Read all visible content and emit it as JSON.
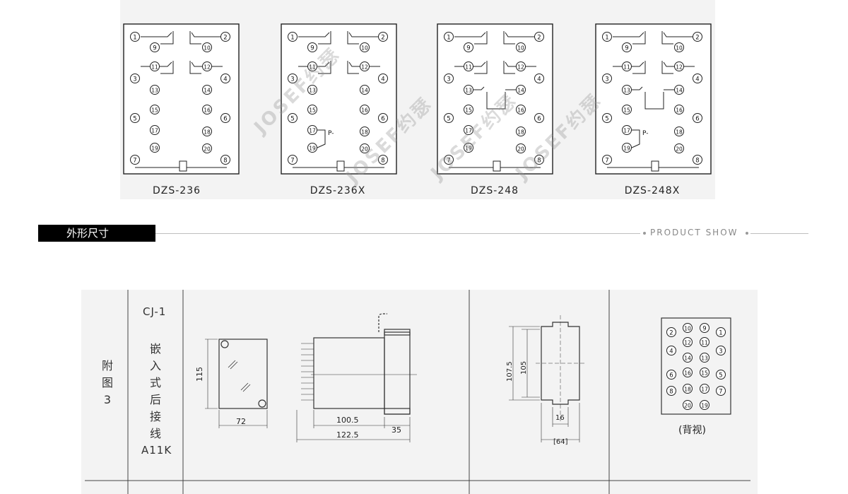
{
  "diagrams": [
    {
      "caption": "DZS-236"
    },
    {
      "caption": "DZS-236X"
    },
    {
      "caption": "DZS-248"
    },
    {
      "caption": "DZS-248X"
    }
  ],
  "watermark": "JOSEF约瑟",
  "contact_marker": "P-",
  "section": {
    "title": "外形尺寸",
    "english": "PRODUCT SHOW"
  },
  "dimension_table": {
    "figure_label": [
      "附",
      "图",
      "3"
    ],
    "model": "CJ-1",
    "mount_type": [
      "嵌",
      "入",
      "式",
      "后",
      "接",
      "线"
    ],
    "socket": "A11K",
    "front_view": {
      "height": "115",
      "width": "72"
    },
    "side_view": {
      "depth_body": "100.5",
      "depth_total": "122.5",
      "front_depth": "35"
    },
    "cutout": {
      "outer_height": "107.5",
      "inner_height": "105",
      "width": "16",
      "panel": "[64]"
    },
    "rear_view": {
      "label": "(背视)",
      "rows": [
        [
          "2",
          "10",
          "9",
          "1"
        ],
        [
          "12",
          "11"
        ],
        [
          "4",
          "14",
          "13",
          "3"
        ],
        [
          "16",
          "15"
        ],
        [
          "6",
          "18",
          "17",
          "5"
        ],
        [
          "8",
          "20",
          "19",
          "7"
        ]
      ]
    }
  }
}
